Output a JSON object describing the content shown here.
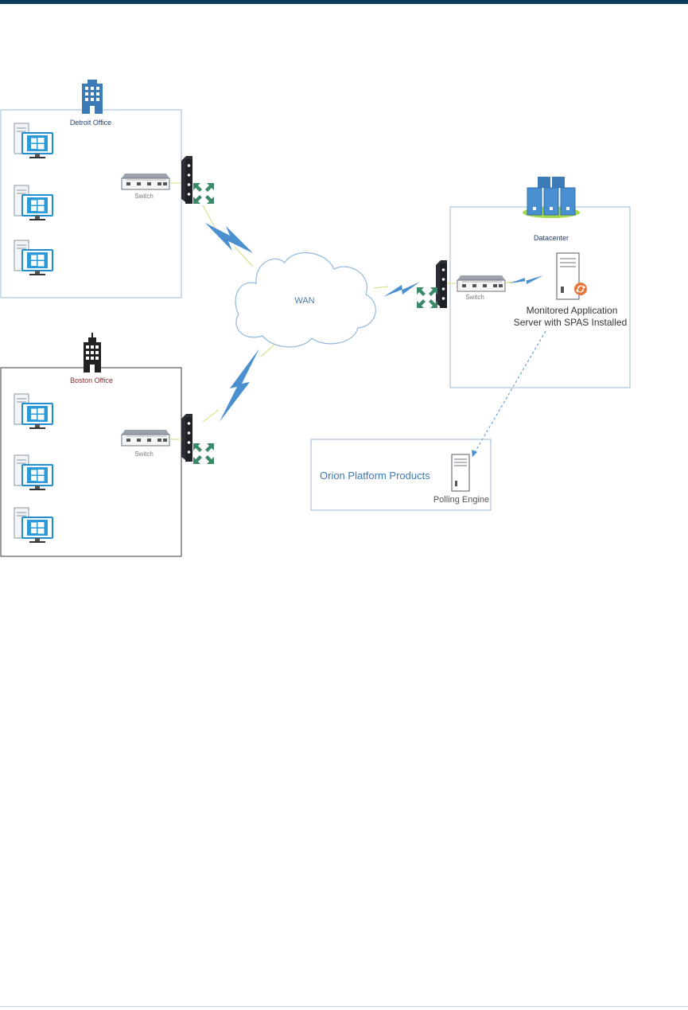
{
  "header": {
    "bar_color": "#0f3a5f"
  },
  "sites": {
    "detroit": {
      "label": "Detroit Office",
      "switch_label": "Switch",
      "border": "#9bbad6",
      "label_color": "#1f3f6b"
    },
    "boston": {
      "label": "Boston Office",
      "switch_label": "Switch",
      "border": "#3a3a3a",
      "label_color": "#8a2a2a"
    },
    "datacenter": {
      "label": "Datacenter",
      "switch_label": "Switch",
      "border": "#9bbad6"
    }
  },
  "wan": {
    "label": "WAN"
  },
  "server": {
    "label_line1": "Monitored Application",
    "label_line2": "Server with SPAS Installed"
  },
  "orion": {
    "title": "Orion Platform Products",
    "engine_label": "Polling Engine",
    "title_color": "#3d7ab8"
  },
  "colors": {
    "link_blue": "#4a8fd0",
    "windows_blue": "#2a9ad8",
    "router_green": "#3a8a6a",
    "server_orange": "#e8763a"
  }
}
